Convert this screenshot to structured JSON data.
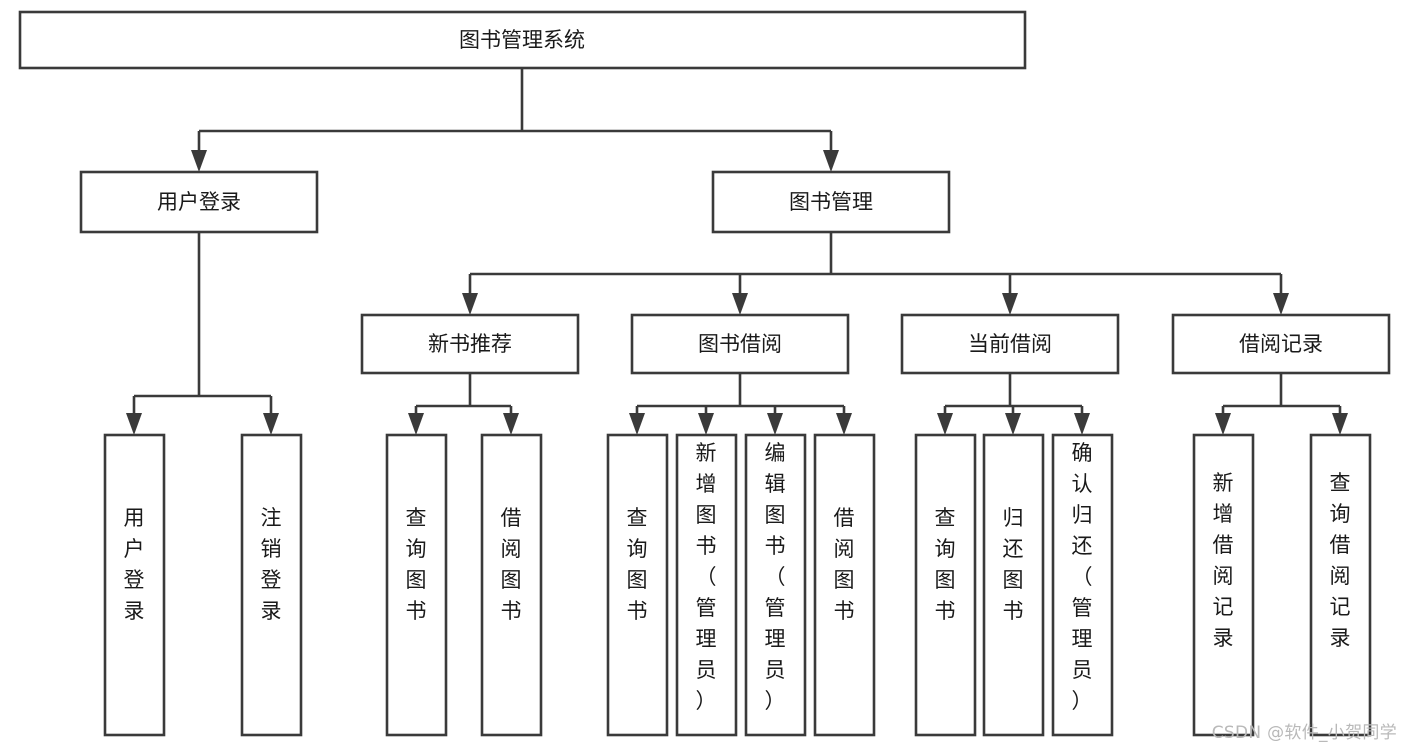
{
  "diagram": {
    "type": "tree",
    "title": "图书管理系统",
    "root": {
      "id": "root",
      "label": "图书管理系统",
      "level": 0
    },
    "level1": [
      {
        "id": "user-login",
        "label": "用户登录"
      },
      {
        "id": "book-management",
        "label": "图书管理"
      }
    ],
    "level2": [
      {
        "id": "new-book-recommend",
        "label": "新书推荐",
        "parent": "book-management"
      },
      {
        "id": "book-borrow",
        "label": "图书借阅",
        "parent": "book-management"
      },
      {
        "id": "current-borrow",
        "label": "当前借阅",
        "parent": "book-management"
      },
      {
        "id": "borrow-record",
        "label": "借阅记录",
        "parent": "book-management"
      }
    ],
    "leaves": [
      {
        "id": "leaf-user-login",
        "label": "用户登录",
        "parent": "user-login"
      },
      {
        "id": "leaf-logout-login",
        "label": "注销登录",
        "parent": "user-login"
      },
      {
        "id": "leaf-query-book-1",
        "label": "查询图书",
        "parent": "new-book-recommend"
      },
      {
        "id": "leaf-borrow-book-1",
        "label": "借阅图书",
        "parent": "new-book-recommend"
      },
      {
        "id": "leaf-query-book-2",
        "label": "查询图书",
        "parent": "book-borrow"
      },
      {
        "id": "leaf-add-book",
        "label": "新增图书（管理员）",
        "parent": "book-borrow"
      },
      {
        "id": "leaf-edit-book",
        "label": "编辑图书（管理员）",
        "parent": "book-borrow"
      },
      {
        "id": "leaf-borrow-book-2",
        "label": "借阅图书",
        "parent": "book-borrow"
      },
      {
        "id": "leaf-query-book-3",
        "label": "查询图书",
        "parent": "current-borrow"
      },
      {
        "id": "leaf-return-book",
        "label": "归还图书",
        "parent": "current-borrow"
      },
      {
        "id": "leaf-confirm-return",
        "label": "确认归还（管理员）",
        "parent": "current-borrow"
      },
      {
        "id": "leaf-add-record",
        "label": "新增借阅记录",
        "parent": "borrow-record"
      },
      {
        "id": "leaf-query-record",
        "label": "查询借阅记录",
        "parent": "borrow-record"
      }
    ]
  },
  "watermark": {
    "text": "CSDN @软件_小贺同学"
  },
  "colors": {
    "box_stroke": "#3a3a3a",
    "box_fill": "#ffffff",
    "text": "#1a1a1a",
    "watermark": "#b9b9b9",
    "background": "#ffffff"
  }
}
